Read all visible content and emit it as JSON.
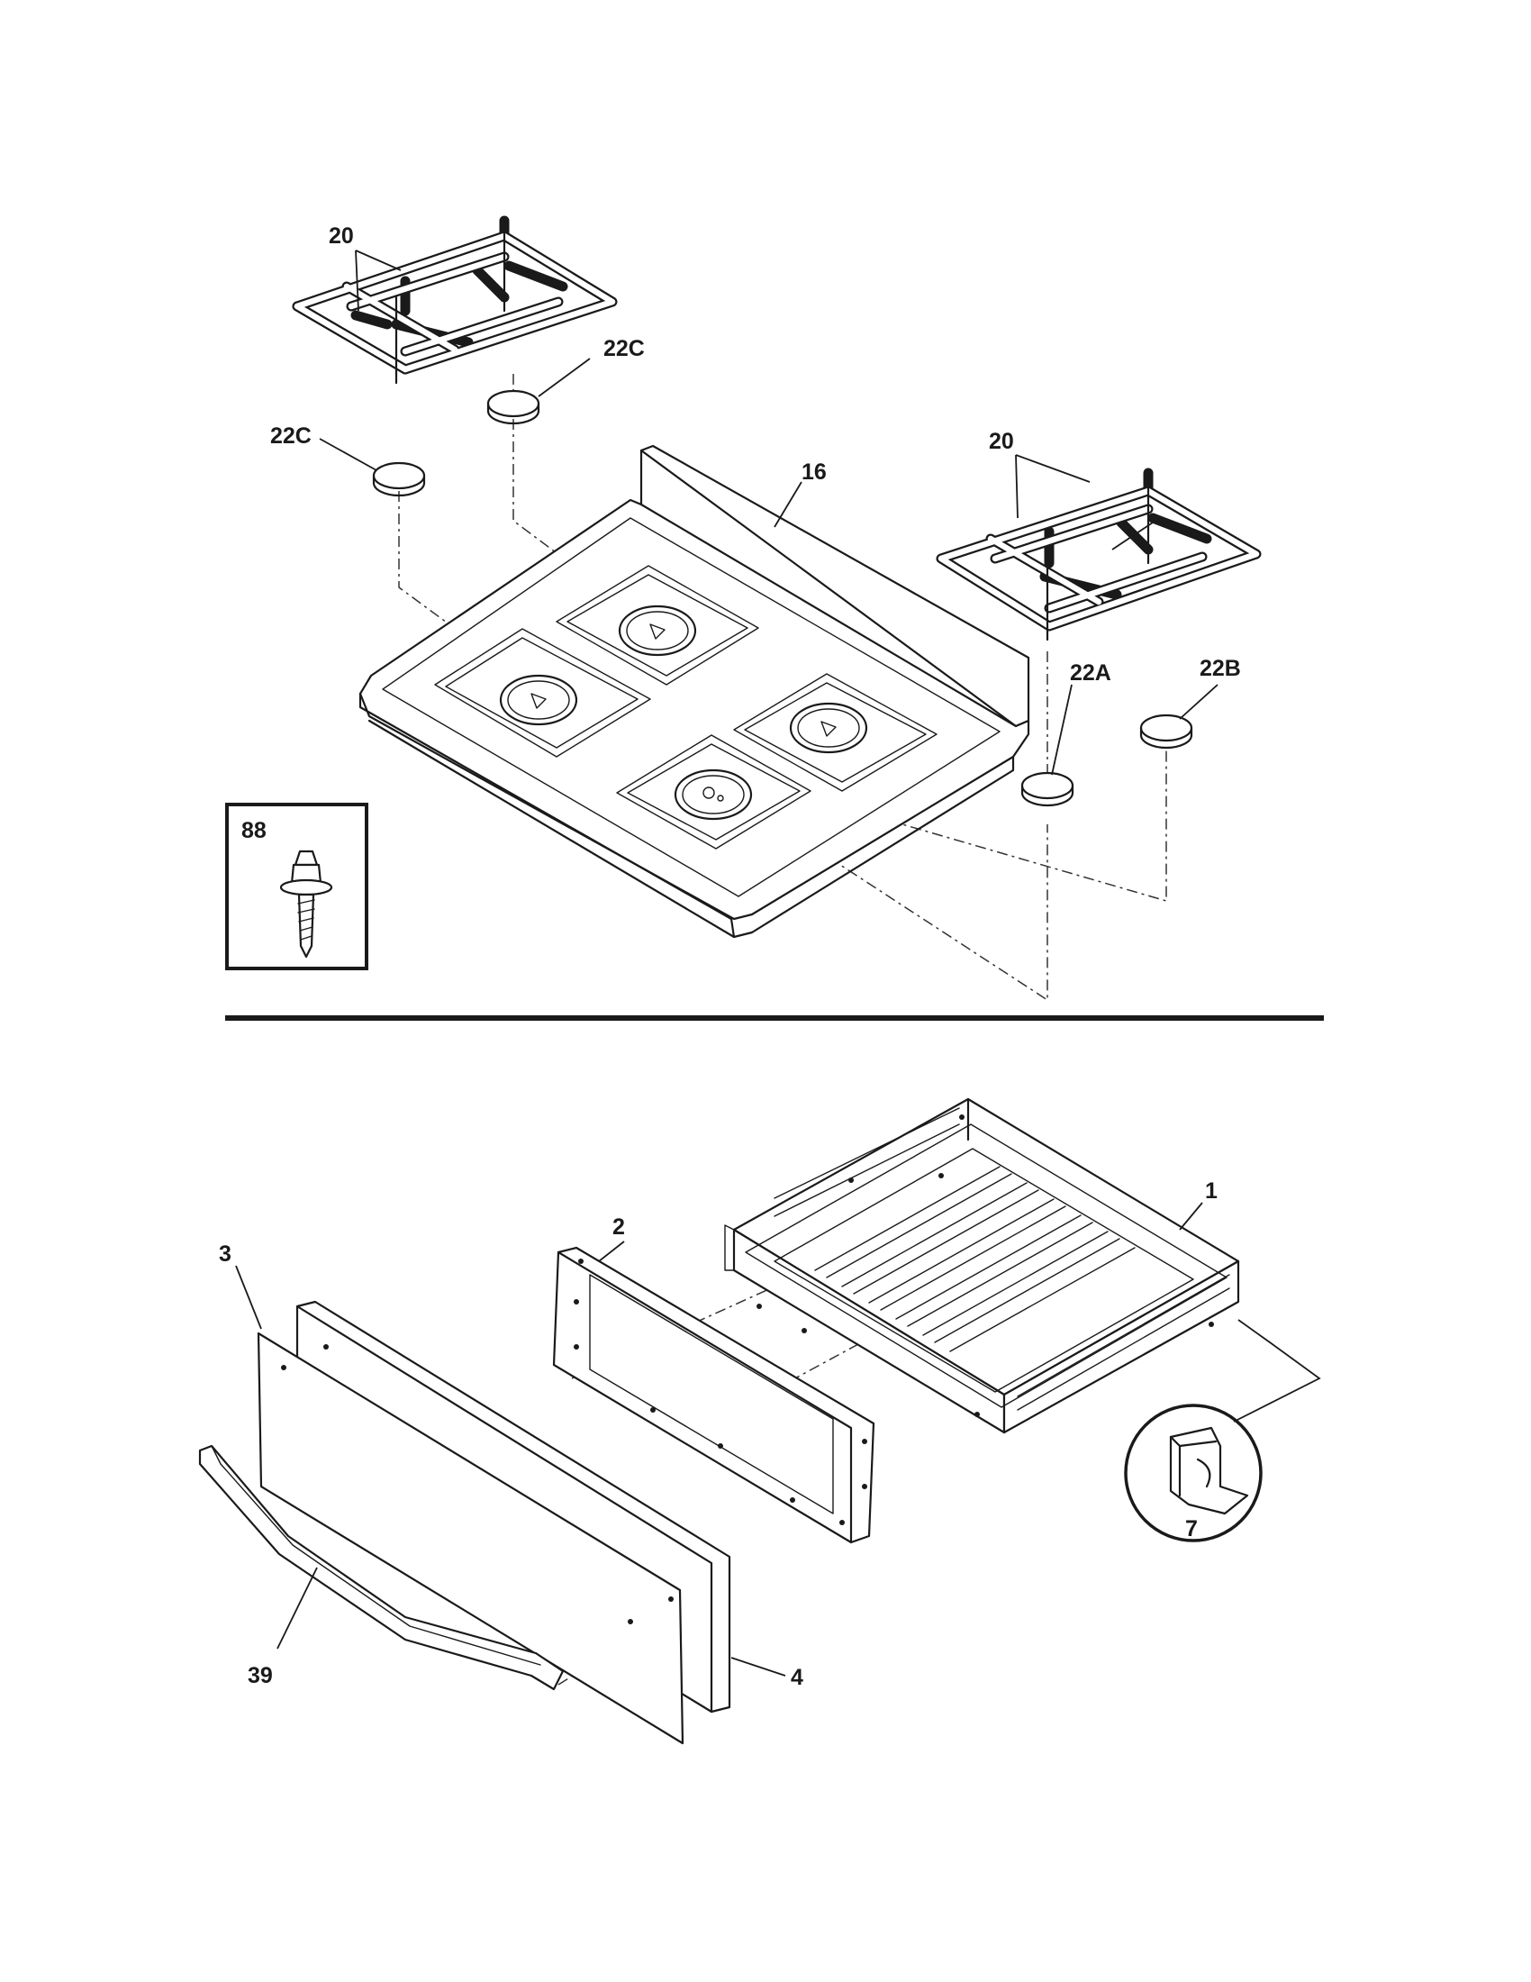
{
  "labels": {
    "grates_left": "20",
    "grates_right": "20",
    "cap_22c_right": "22C",
    "cap_22c_left": "22C",
    "cooktop": "16",
    "cap_22a": "22A",
    "cap_22b": "22B",
    "screw": "88",
    "drawer_body": "1",
    "drawer_liner": "2",
    "drawer_front_inner": "3",
    "drawer_front_panel": "4",
    "clip": "7",
    "handle": "39"
  }
}
